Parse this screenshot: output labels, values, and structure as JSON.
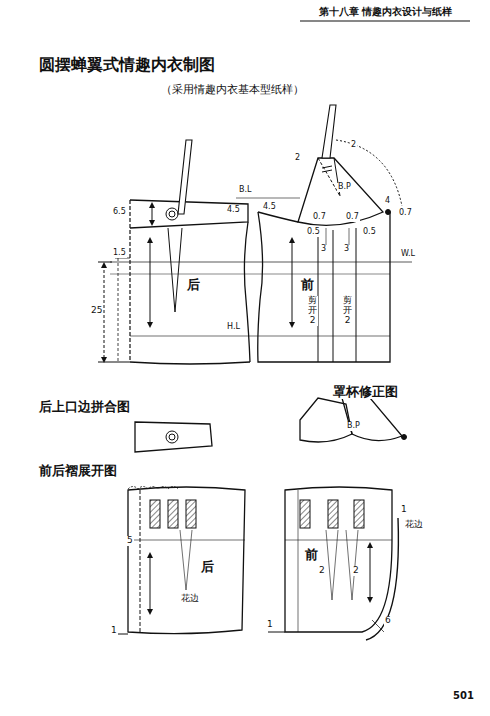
{
  "diagram": {
    "title": "圆摆蝉翼式情趣内衣制图",
    "labels": [
      "第十八章 情趣内衣设计与纸样",
      "（采用情趣内衣基本型纸样）",
      "B.L",
      "B.P",
      "6.5",
      "4.5",
      "4.5",
      "0.7",
      "0.7",
      "0.5",
      "0.5",
      "4",
      "0.7",
      "2",
      "2",
      "1.5",
      "W.L",
      "25",
      "H.L",
      "后",
      "前",
      "3",
      "3",
      "剪开2",
      "剪开2",
      "后上口边拼合图",
      "罩杯修正图",
      "B.P",
      "前后褶展开图",
      "5",
      "后",
      "花边",
      "1",
      "前",
      "2",
      "2",
      "1",
      "花边",
      "6",
      "1",
      "501"
    ]
  }
}
